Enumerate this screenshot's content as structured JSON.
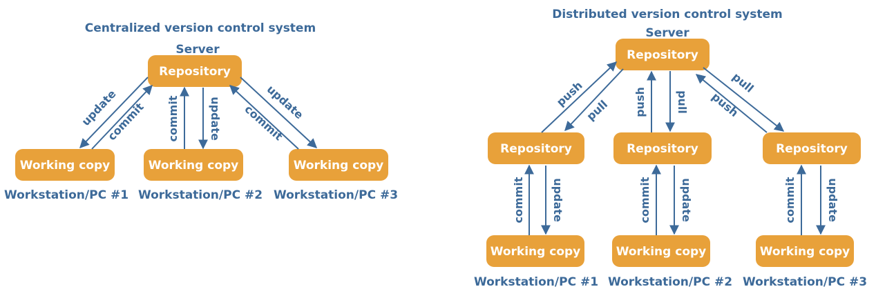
{
  "centralized": {
    "title": "Centralized version control system",
    "server_label": "Server",
    "repository": "Repository",
    "working_copy": "Working copy",
    "workstations": [
      "Workstation/PC #1",
      "Workstation/PC #2",
      "Workstation/PC #3"
    ],
    "edges": {
      "update": "update",
      "commit": "commit"
    }
  },
  "distributed": {
    "title": "Distributed version control system",
    "server_label": "Server",
    "repository": "Repository",
    "working_copy": "Working copy",
    "workstations": [
      "Workstation/PC #1",
      "Workstation/PC #2",
      "Workstation/PC #3"
    ],
    "edges": {
      "push": "push",
      "pull": "pull",
      "commit": "commit",
      "update": "update"
    }
  },
  "colors": {
    "box": "#e8a13a",
    "text": "#3d6a99",
    "box_text": "#ffffff"
  }
}
